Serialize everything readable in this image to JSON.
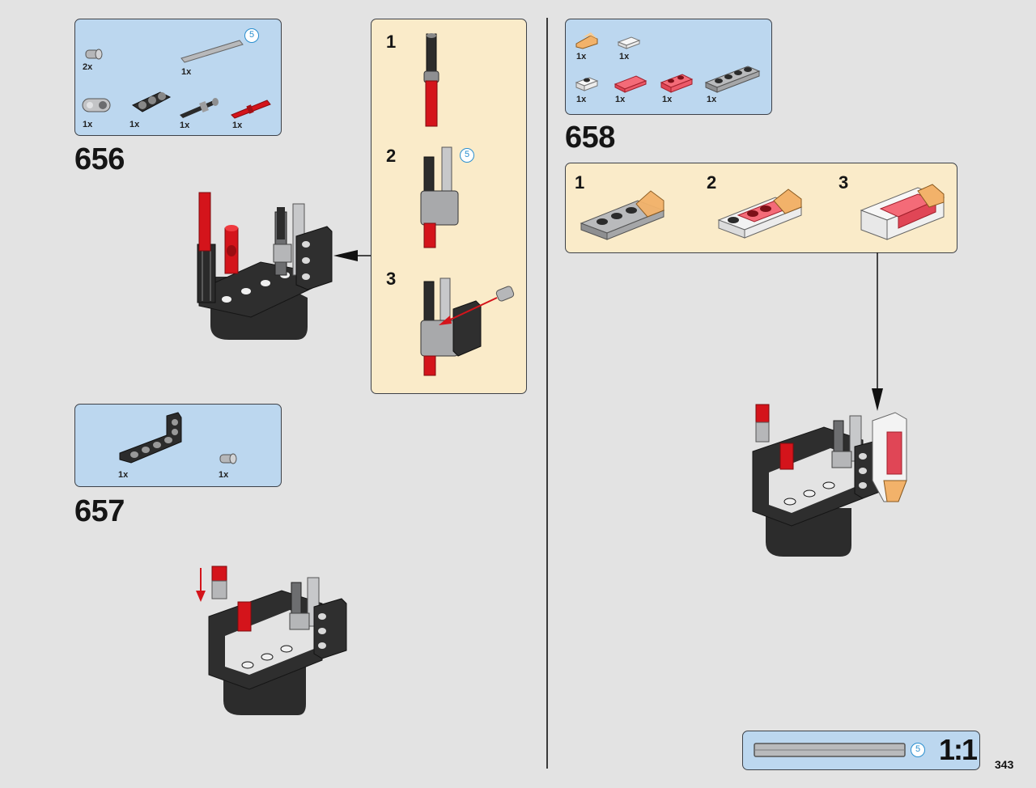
{
  "page_number": "343",
  "scale_label": "1:1",
  "scale_axle_length": "5",
  "step_656": {
    "number": "656",
    "parts": [
      {
        "qty": "2x",
        "icon": "bush-icon"
      },
      {
        "qty": "1x",
        "icon": "long-axle-icon",
        "length": "5"
      },
      {
        "qty": "1x",
        "icon": "beam-2-icon"
      },
      {
        "qty": "1x",
        "icon": "beam-3-icon"
      },
      {
        "qty": "1x",
        "icon": "axle-with-stop-icon"
      },
      {
        "qty": "1x",
        "icon": "red-axle-pin-icon"
      }
    ],
    "substeps": [
      "1",
      "2",
      "3"
    ],
    "substep_axle_length": "5"
  },
  "step_657": {
    "number": "657",
    "parts": [
      {
        "qty": "1x",
        "icon": "l-beam-icon"
      },
      {
        "qty": "1x",
        "icon": "bush-icon"
      }
    ]
  },
  "step_658": {
    "number": "658",
    "parts": [
      {
        "qty": "1x",
        "icon": "trans-orange-slope-icon"
      },
      {
        "qty": "1x",
        "icon": "white-tile-icon"
      },
      {
        "qty": "1x",
        "icon": "white-plate-icon"
      },
      {
        "qty": "1x",
        "icon": "trans-red-tile-icon"
      },
      {
        "qty": "1x",
        "icon": "trans-red-plate-icon"
      },
      {
        "qty": "1x",
        "icon": "gray-plate-1x4-icon"
      }
    ],
    "substeps": [
      "1",
      "2",
      "3"
    ]
  },
  "colors": {
    "parts_box": "#bcd7ef",
    "substep_box": "#faebc9",
    "background": "#e3e3e3",
    "lego_red": "#d4141b",
    "lego_black": "#2b2b2b",
    "lego_gray": "#a8a9ab",
    "length_circle": "#2a8fcf"
  }
}
